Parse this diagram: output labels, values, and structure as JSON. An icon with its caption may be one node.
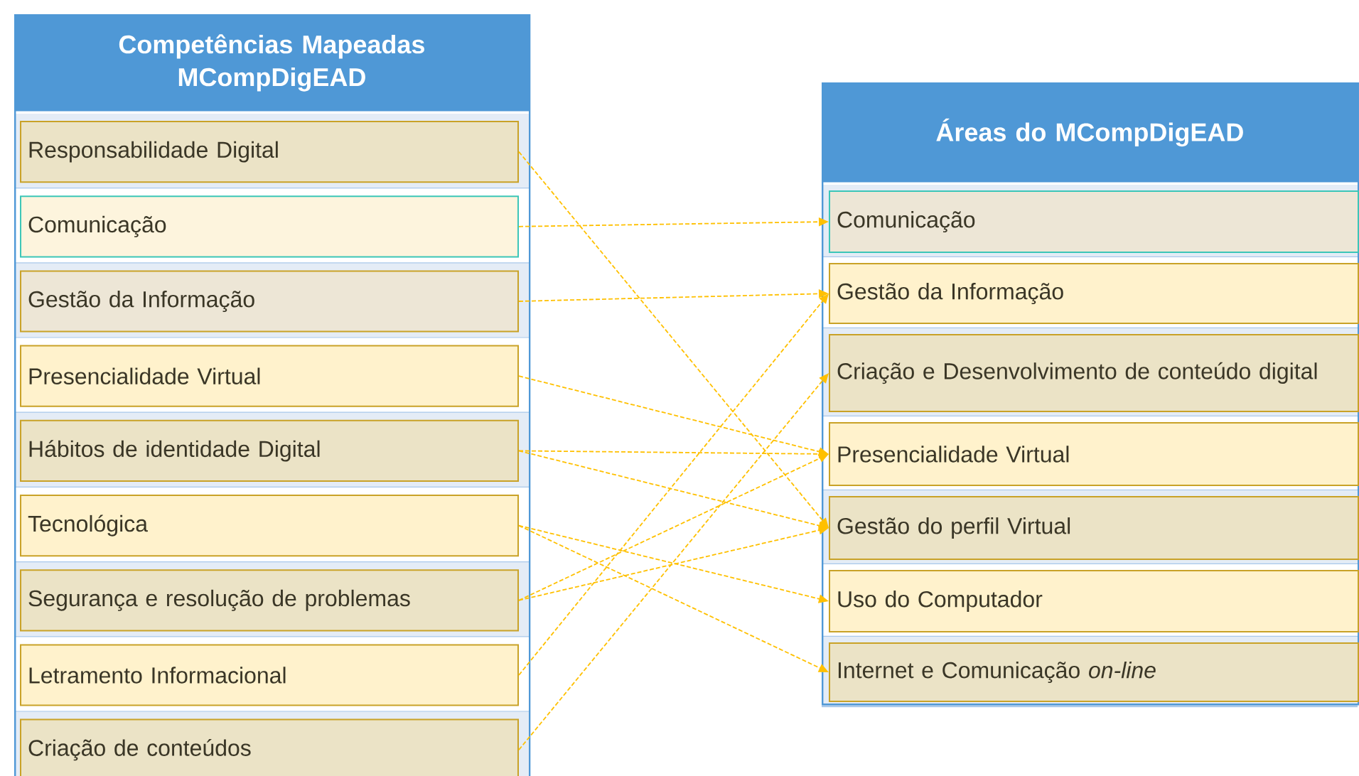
{
  "diagram": {
    "nodes": [
      {
        "text": [
          "Competências Mapeadas MCompDigEAD"
        ]
      },
      {
        "text": [
          "Responsabilidade Digital"
        ],
        "in": 0
      },
      {
        "text": [
          "Comunicação"
        ],
        "in": 0
      },
      {
        "text": [
          "Gestão da Informação"
        ],
        "in": 0
      },
      {
        "text": [
          "Presencialidade Virtual"
        ],
        "in": 0
      },
      {
        "text": [
          "Hábitos de identidade Digital"
        ],
        "in": 0
      },
      {
        "text": [
          "Tecnológica"
        ],
        "in": 0
      },
      {
        "text": [
          "Segurança e resolução de problemas"
        ],
        "in": 0
      },
      {
        "text": [
          "Letramento Informacional"
        ],
        "in": 0
      },
      {
        "text": [
          "Criação de conteúdos"
        ],
        "in": 0
      },
      {
        "text": [
          "Áreas do MCompDigEAD"
        ]
      },
      {
        "text": [
          "Comunicação"
        ],
        "in": 10
      },
      {
        "text": [
          "Gestão da Informação"
        ],
        "in": 10
      },
      {
        "text": [
          "Criação e Desenvolvimento de conteúdo digital"
        ],
        "in": 10
      },
      {
        "text": [
          "Presencialidade Virtual"
        ],
        "in": 10
      },
      {
        "text": [
          "Gestão do perfil Virtual"
        ],
        "in": 10
      },
      {
        "text": [
          "Uso do Computador"
        ],
        "in": 10
      },
      {
        "text": [
          "Internet e Comunicação *on-line*"
        ],
        "in": 10
      }
    ],
    "edges": [
      {
        "from": 1,
        "to": 15,
        "arrow": "to"
      },
      {
        "from": 2,
        "to": 11,
        "arrow": "to"
      },
      {
        "from": 3,
        "to": 12,
        "arrow": "to"
      },
      {
        "from": 4,
        "to": 14,
        "arrow": "to"
      },
      {
        "from": 5,
        "to": 14,
        "arrow": "to"
      },
      {
        "from": 5,
        "to": 15,
        "arrow": "to"
      },
      {
        "from": 6,
        "to": 16,
        "arrow": "to"
      },
      {
        "from": 6,
        "to": 17,
        "arrow": "to"
      },
      {
        "from": 7,
        "to": 14,
        "arrow": "to"
      },
      {
        "from": 7,
        "to": 15,
        "arrow": "to"
      },
      {
        "from": 8,
        "to": 12,
        "arrow": "to"
      },
      {
        "from": 9,
        "to": 13,
        "arrow": "to"
      }
    ]
  }
}
